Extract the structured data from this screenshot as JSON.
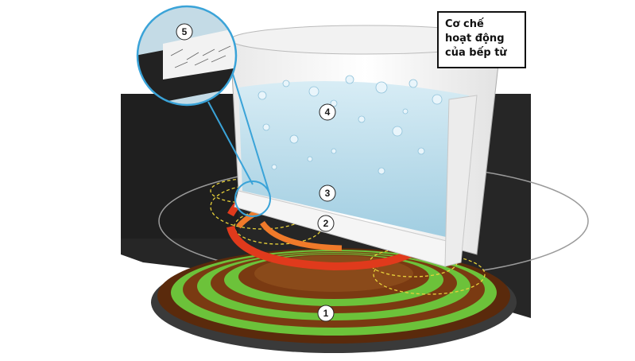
{
  "title": {
    "lines": [
      "Cơ chế",
      "hoạt động",
      "của bếp từ"
    ]
  },
  "labels": [
    {
      "id": "1",
      "text": "1"
    },
    {
      "id": "2",
      "text": "2"
    },
    {
      "id": "3",
      "text": "3"
    },
    {
      "id": "4",
      "text": "4"
    },
    {
      "id": "5",
      "text": "5"
    }
  ],
  "colors": {
    "cooktop": "#2c2c2c",
    "coil_green": "#6cc23a",
    "coil_brown": "#7a3a12",
    "heat_red": "#e03a1c",
    "heat_orange": "#f07a2a",
    "water": "#b9dcec",
    "pot_wall": "#f4f4f4",
    "outline_blue": "#3aa3d8",
    "field_yellow": "#e8d23a"
  },
  "icons": [
    "magnifier-circle",
    "pot",
    "induction-coil"
  ]
}
